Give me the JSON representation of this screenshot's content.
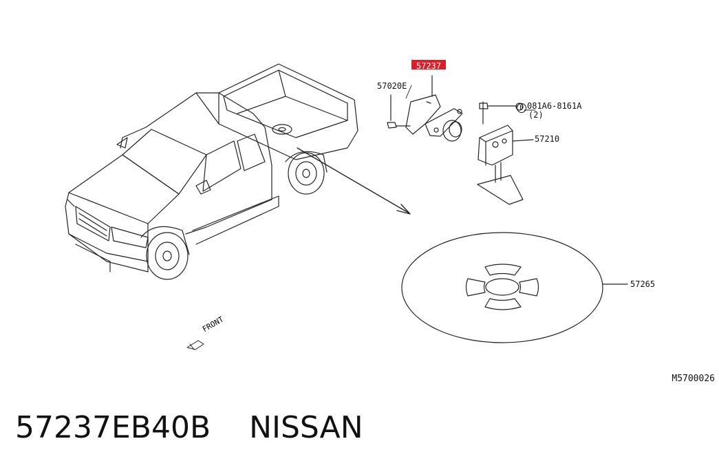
{
  "diagram": {
    "highlighted_part": "57237",
    "labels": {
      "bolt": "57020E",
      "bracket_bolt_ref": "081A6-8161A",
      "bracket_bolt_ref_circle": "B",
      "bracket_bolt_qty": "(2)",
      "carrier": "57210",
      "spare_tire": "57265",
      "front": "FRONT"
    },
    "diagram_code": "M5700026"
  },
  "caption": {
    "part_number": "57237EB40B",
    "brand": "NISSAN"
  }
}
